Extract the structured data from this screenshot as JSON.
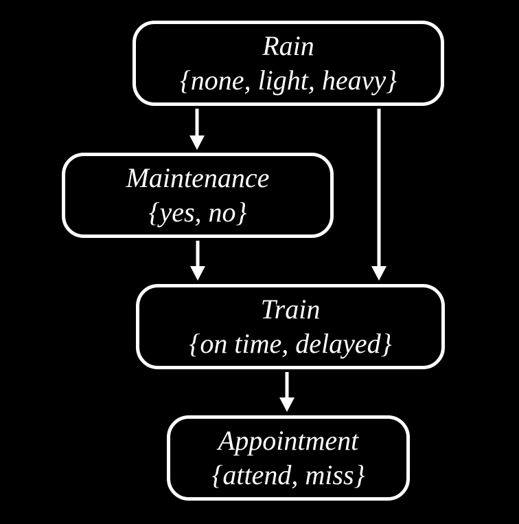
{
  "diagram": {
    "type": "bayesian-network",
    "background_color": "#000000",
    "node_border_color": "#ffffff",
    "node_fill_color": "#000000",
    "text_color": "#ffffff",
    "edge_color": "#ffffff",
    "nodes": [
      {
        "id": "rain",
        "label": "Rain",
        "states": "{none, light, heavy}"
      },
      {
        "id": "maintenance",
        "label": "Maintenance",
        "states": "{yes, no}"
      },
      {
        "id": "train",
        "label": "Train",
        "states": "{on time, delayed}"
      },
      {
        "id": "appointment",
        "label": "Appointment",
        "states": "{attend, miss}"
      }
    ],
    "edges": [
      {
        "from": "Rain",
        "to": "Maintenance"
      },
      {
        "from": "Rain",
        "to": "Train"
      },
      {
        "from": "Maintenance",
        "to": "Train"
      },
      {
        "from": "Train",
        "to": "Appointment"
      }
    ]
  }
}
